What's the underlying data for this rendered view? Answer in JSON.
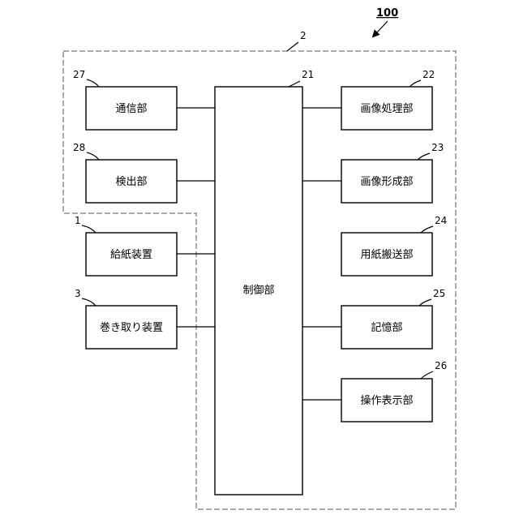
{
  "figure_ref": "100",
  "apparatus_ref": "2",
  "control": {
    "ref": "21",
    "label": "制御部"
  },
  "left_blocks": [
    {
      "ref": "27",
      "label": "通信部"
    },
    {
      "ref": "28",
      "label": "検出部"
    },
    {
      "ref": "1",
      "label": "給紙装置"
    },
    {
      "ref": "3",
      "label": "巻き取り装置"
    }
  ],
  "right_blocks": [
    {
      "ref": "22",
      "label": "画像処理部"
    },
    {
      "ref": "23",
      "label": "画像形成部"
    },
    {
      "ref": "24",
      "label": "用紙搬送部"
    },
    {
      "ref": "25",
      "label": "記憶部"
    },
    {
      "ref": "26",
      "label": "操作表示部"
    }
  ]
}
